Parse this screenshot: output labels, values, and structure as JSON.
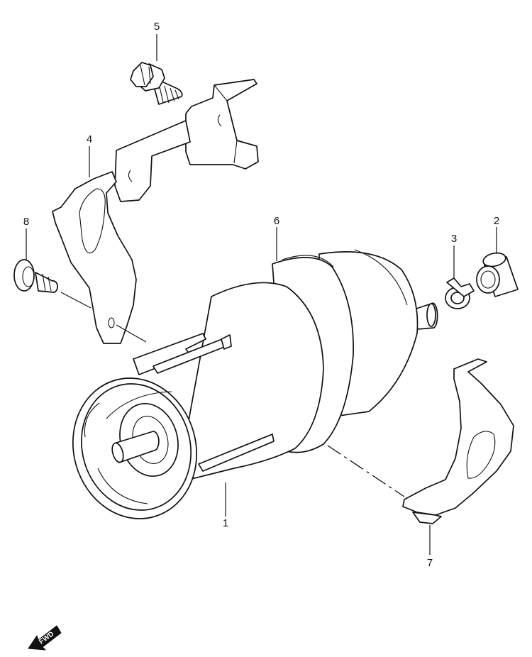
{
  "diagram": {
    "callouts": [
      {
        "id": "1",
        "label": "1"
      },
      {
        "id": "2",
        "label": "2"
      },
      {
        "id": "3",
        "label": "3"
      },
      {
        "id": "4",
        "label": "4"
      },
      {
        "id": "5",
        "label": "5"
      },
      {
        "id": "6",
        "label": "6"
      },
      {
        "id": "7",
        "label": "7"
      },
      {
        "id": "8",
        "label": "8"
      }
    ],
    "direction_badge": {
      "label": "FWD",
      "icon": "fwd-arrow-icon"
    },
    "colors": {
      "line": "#111111",
      "background": "#ffffff",
      "badge_fill": "#111111"
    }
  }
}
